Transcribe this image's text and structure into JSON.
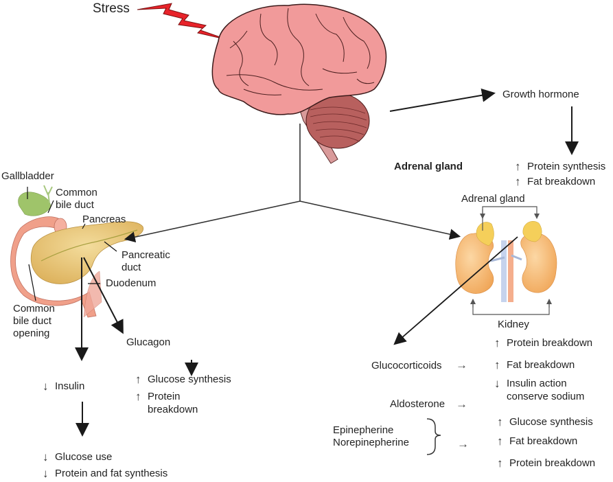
{
  "title": "Stress response hormonal pathways",
  "colors": {
    "brain": "#f19a9a",
    "cerebellum": "#b8605e",
    "lightning": "#e8232a",
    "pancreas": "#e6c06d",
    "duodenum": "#f0a08a",
    "gallbladder": "#9fc46a",
    "kidney": "#f5b46a",
    "adrenal": "#f5cf5a",
    "arrow": "#1a1a1a"
  },
  "labels": {
    "stress": "Stress",
    "growth_hormone": "Growth hormone",
    "adrenal_gland_heading": "Adrenal gland",
    "adrenal_gland": "Adrenal gland",
    "kidney": "Kidney",
    "gallbladder": "Gallbladder",
    "common_bile_duct": "Common\nbile duct",
    "pancreas": "Pancreas",
    "pancreatic_duct": "Pancreatic\nduct",
    "duodenum": "Duodenum",
    "common_bile_duct_opening": "Common\nbile duct\nopening",
    "glucagon": "Glucagon",
    "glucocorticoids": "Glucocorticoids",
    "aldosterone": "Aldosterone",
    "epinephrine_group": "Epinepherine\nNorepinepherine"
  },
  "effects": {
    "growth_hormone": [
      {
        "dir": "↑",
        "text": "Protein synthesis"
      },
      {
        "dir": "↑",
        "text": "Fat breakdown"
      }
    ],
    "insulin": {
      "dir": "↓",
      "text": "Insulin"
    },
    "insulin_effects": [
      {
        "dir": "↓",
        "text": "Glucose use"
      },
      {
        "dir": "↓",
        "text": "Protein and fat synthesis"
      }
    ],
    "glucagon": [
      {
        "dir": "↑",
        "text": "Glucose synthesis"
      },
      {
        "dir": "↑",
        "text": "Protein\nbreakdown"
      }
    ],
    "glucocorticoids": [
      {
        "dir": "↑",
        "text": "Protein breakdown"
      },
      {
        "dir": "↑",
        "text": "Fat breakdown"
      },
      {
        "dir": "↓",
        "text": "Insulin action\nconserve sodium"
      }
    ],
    "catecholamines": [
      {
        "dir": "↑",
        "text": "Glucose synthesis"
      },
      {
        "dir": "↑",
        "text": "Fat breakdown"
      },
      {
        "dir": "↑",
        "text": "Protein breakdown"
      }
    ]
  },
  "arrows": {
    "small_right": "→"
  }
}
